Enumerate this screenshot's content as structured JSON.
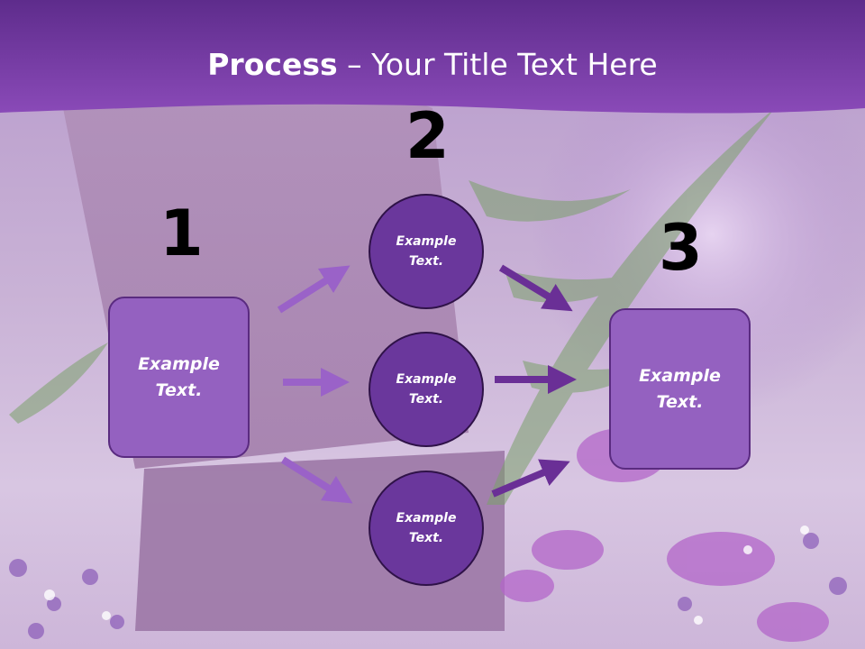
{
  "title": {
    "bold": "Process",
    "rest": " – Your Title Text Here"
  },
  "steps": [
    {
      "number": "1",
      "text": "Example\nText."
    },
    {
      "number": "2",
      "items": [
        "Example\nText.",
        "Example\nText.",
        "Example\nText."
      ]
    },
    {
      "number": "3",
      "text": "Example\nText."
    }
  ],
  "colors": {
    "header": "#7a3fa6",
    "box_fill": "#9461c0",
    "circle_fill": "#6a379c",
    "arrow_left": "#9a62c8",
    "arrow_right": "#6a2f96"
  }
}
